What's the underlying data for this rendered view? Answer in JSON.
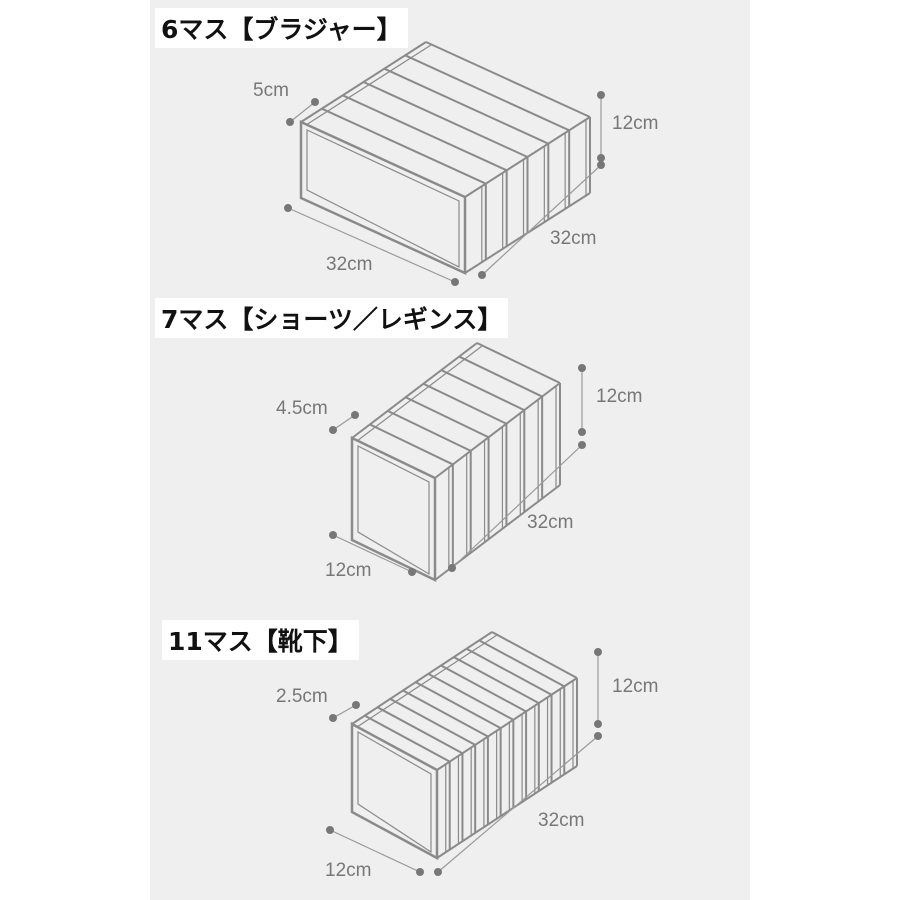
{
  "sections": [
    {
      "title": "6マス【ブラジャー】",
      "compartments": 6,
      "width_label": "5cm",
      "height_label": "12cm",
      "depth_label": "32cm",
      "length_label": "32cm"
    },
    {
      "title": "7マス【ショーツ／レギンス】",
      "compartments": 7,
      "width_label": "4.5cm",
      "height_label": "12cm",
      "depth_label": "32cm",
      "length_label": "12cm"
    },
    {
      "title": "11マス【靴下】",
      "compartments": 11,
      "width_label": "2.5cm",
      "height_label": "12cm",
      "depth_label": "32cm",
      "length_label": "12cm"
    }
  ],
  "colors": {
    "panel": "#efefef",
    "line": "#8a8a8a",
    "dot": "#777777"
  }
}
